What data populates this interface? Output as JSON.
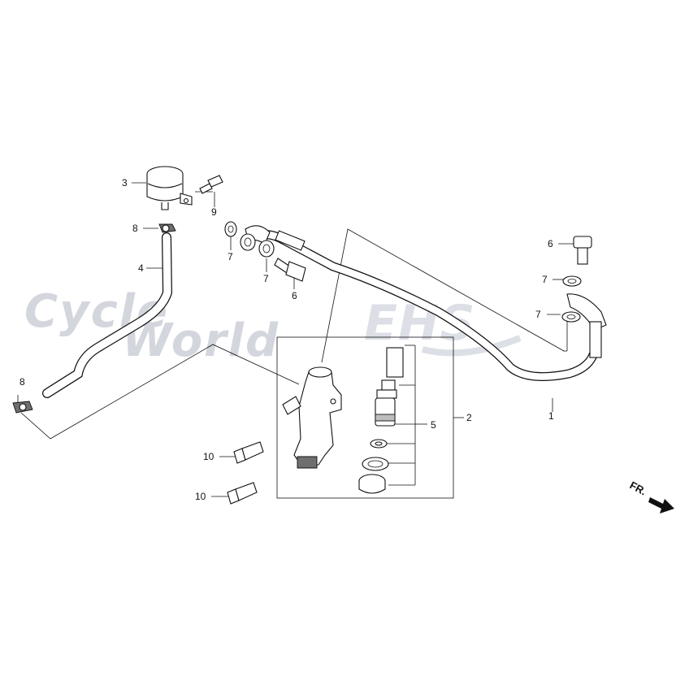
{
  "diagram": {
    "callouts": [
      {
        "id": "c1",
        "text": "1"
      },
      {
        "id": "c2",
        "text": "2"
      },
      {
        "id": "c3",
        "text": "3"
      },
      {
        "id": "c4",
        "text": "4"
      },
      {
        "id": "c5",
        "text": "5"
      },
      {
        "id": "c6a",
        "text": "6"
      },
      {
        "id": "c6b",
        "text": "6"
      },
      {
        "id": "c7a",
        "text": "7"
      },
      {
        "id": "c7b",
        "text": "7"
      },
      {
        "id": "c7c",
        "text": "7"
      },
      {
        "id": "c7d",
        "text": "7"
      },
      {
        "id": "c8a",
        "text": "8"
      },
      {
        "id": "c8b",
        "text": "8"
      },
      {
        "id": "c9",
        "text": "9"
      },
      {
        "id": "c10a",
        "text": "10"
      },
      {
        "id": "c10b",
        "text": "10"
      }
    ],
    "direction_label": "FR.",
    "watermarks": {
      "line1": "Cycle",
      "line2": "World",
      "logo": "EHS"
    }
  }
}
